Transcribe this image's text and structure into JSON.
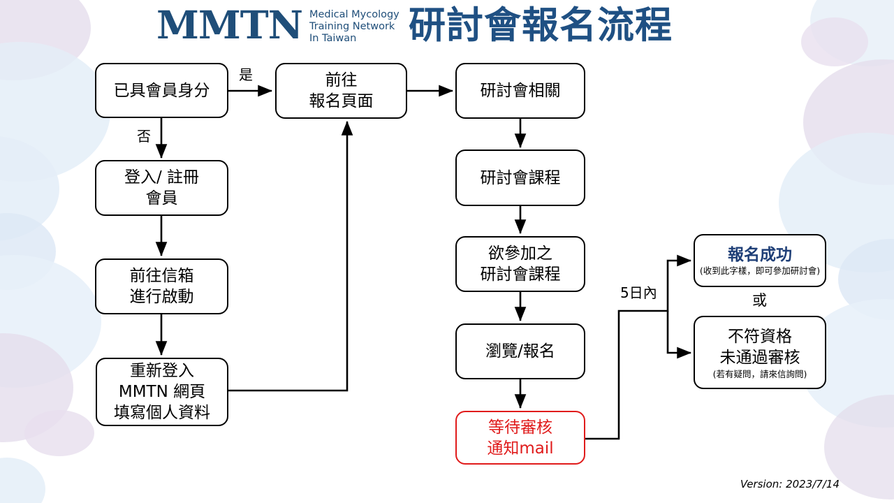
{
  "header": {
    "logo_mark": "MMTN",
    "logo_sub_lines": [
      "Medical Mycology",
      "Training Network",
      "In Taiwan"
    ],
    "title": "研討會報名流程",
    "brand_color": "#1f4e79",
    "title_color": "#1f5083"
  },
  "nodes": {
    "member_check": {
      "lines": [
        "已具會員身分"
      ]
    },
    "goto_signup": {
      "lines": [
        "前往",
        "報名頁面"
      ]
    },
    "seminar_related": {
      "lines": [
        "研討會相關"
      ]
    },
    "seminar_course": {
      "lines": [
        "研討會課程"
      ]
    },
    "login_register": {
      "lines": [
        "登入/ 註冊",
        "會員"
      ]
    },
    "goto_mailbox": {
      "lines": [
        "前往信箱",
        "進行啟動"
      ]
    },
    "relogin": {
      "lines": [
        "重新登入",
        "MMTN 網頁",
        "填寫個人資料"
      ]
    },
    "desired_course": {
      "lines": [
        "欲參加之",
        "研討會課程"
      ]
    },
    "browse_signup": {
      "lines": [
        "瀏覽/報名"
      ]
    },
    "waiting_review": {
      "lines": [
        "等待審核",
        "通知mail"
      ],
      "color": "#e01b1b"
    },
    "success": {
      "title": "報名成功",
      "sub": "(收到此字樣，即可參加研討會)",
      "title_color": "#1f3f77"
    },
    "rejected": {
      "lines": [
        "不符資格",
        "未通過審核"
      ],
      "sub": "(若有疑問，請來信詢問)"
    }
  },
  "edge_labels": {
    "yes": "是",
    "no": "否",
    "within_five_days": "5日內",
    "or": "或"
  },
  "footer": {
    "version": "Version: 2023/7/14"
  }
}
